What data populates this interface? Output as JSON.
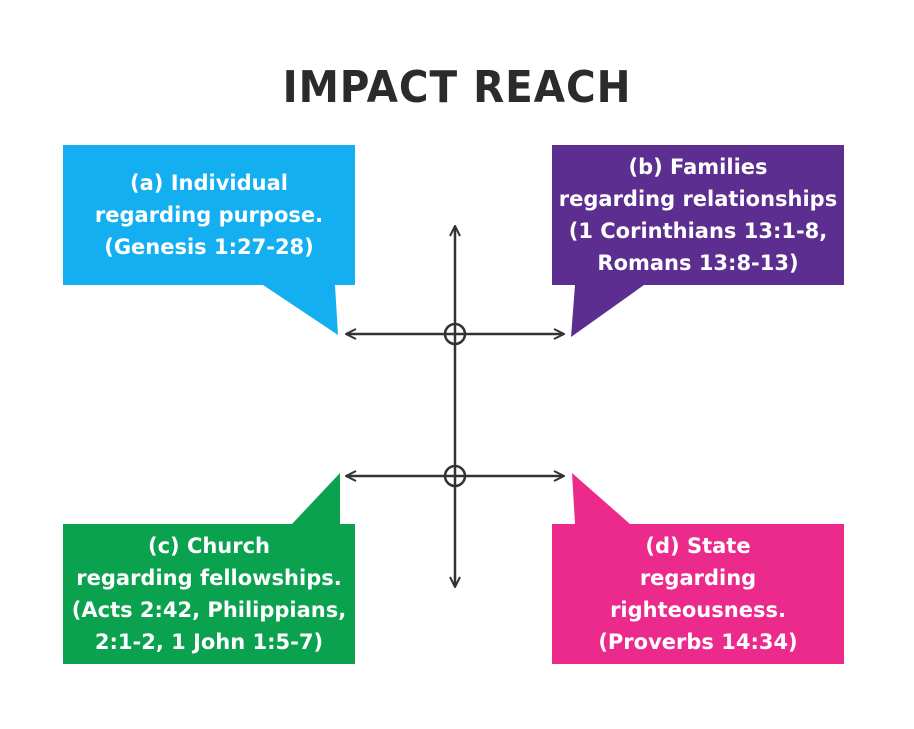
{
  "title": "IMPACT REACH",
  "colors": {
    "individual": "#13aff0",
    "families": "#5b2e90",
    "church": "#0aa14f",
    "state": "#ec2a8b",
    "arrows": "#333333",
    "title": "#2b2b2b"
  },
  "boxes": {
    "a": {
      "lines": [
        "(a) Individual",
        "regarding purpose.",
        "(Genesis 1:27-28)"
      ]
    },
    "b": {
      "lines": [
        "(b) Families",
        "regarding relationships",
        "(1 Corinthians 13:1-8,",
        "Romans 13:8-13)"
      ]
    },
    "c": {
      "lines": [
        "(c) Church",
        "regarding fellowships.",
        "(Acts 2:42, Philippians,",
        "2:1-2, 1 John 1:5-7)"
      ]
    },
    "d": {
      "lines": [
        "(d) State",
        "regarding",
        "righteousness.",
        "(Proverbs 14:34)"
      ]
    }
  }
}
